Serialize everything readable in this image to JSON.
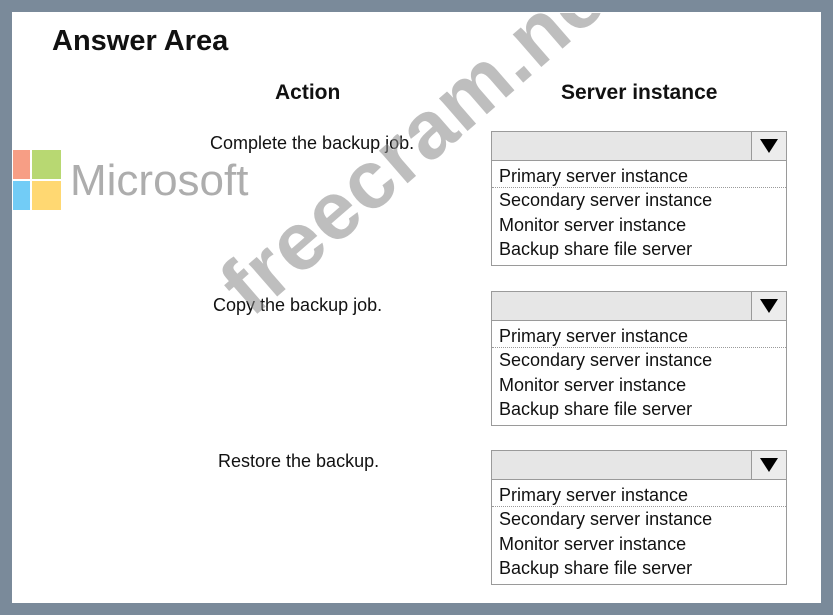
{
  "header": {
    "title": "Answer Area",
    "col_action": "Action",
    "col_server": "Server instance"
  },
  "rows": [
    {
      "action": "Complete the backup job.",
      "options": [
        "Primary server instance",
        "Secondary server instance",
        "Monitor server instance",
        "Backup share file server"
      ],
      "selected": ""
    },
    {
      "action": "Copy the backup job.",
      "options": [
        "Primary server instance",
        "Secondary server instance",
        "Monitor server instance",
        "Backup share file server"
      ],
      "selected": ""
    },
    {
      "action": "Restore the backup.",
      "options": [
        "Primary server instance",
        "Secondary server instance",
        "Monitor server instance",
        "Backup share file server"
      ],
      "selected": ""
    }
  ],
  "logo": {
    "text": "Microsoft",
    "icon": "microsoft-logo-icon"
  },
  "watermark": {
    "text": "freecram.net"
  },
  "icons": {
    "dropdown": "triangle-down-icon"
  },
  "colors": {
    "background": "#7a8a9a",
    "dropdown_header": "#e6e6e6",
    "border": "#9a9a9a"
  }
}
